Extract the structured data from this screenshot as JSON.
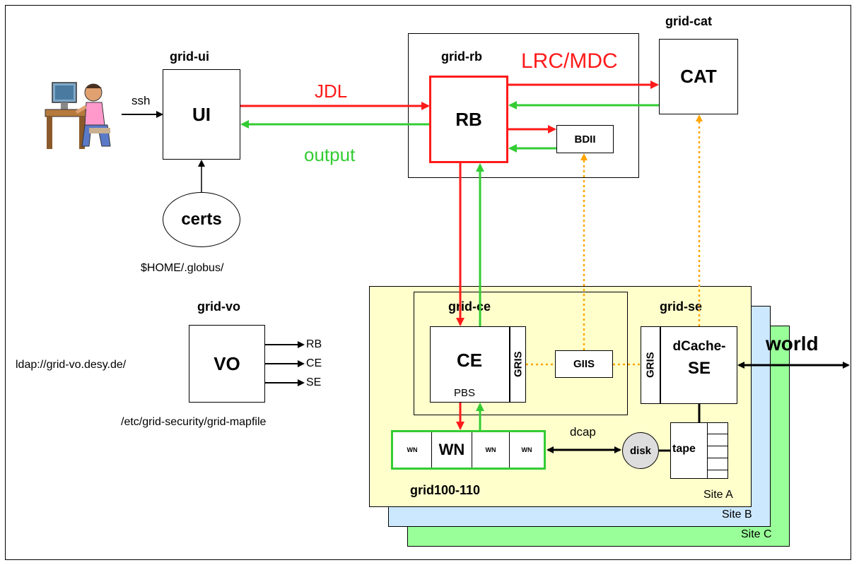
{
  "nodes": {
    "ui": {
      "title": "grid-ui",
      "label": "UI",
      "input_label": "ssh"
    },
    "certs": {
      "label": "certs",
      "path": "$HOME/.globus/"
    },
    "rb_host": {
      "title": "grid-rb",
      "rb_label": "RB",
      "bdii_label": "BDII"
    },
    "cat_host": {
      "title": "grid-cat",
      "label": "CAT"
    },
    "vo": {
      "title": "grid-vo",
      "label": "VO",
      "ldap": "ldap://grid-vo.desy.de/",
      "mapfile": "/etc/grid-security/grid-mapfile",
      "outputs": [
        "RB",
        "CE",
        "SE"
      ]
    },
    "ce_host": {
      "title": "grid-ce",
      "ce_label": "CE",
      "pbs_label": "PBS",
      "gris_label": "GRIS"
    },
    "giis": {
      "label": "GIIS"
    },
    "se_host": {
      "title": "grid-se",
      "gris_label": "GRIS",
      "se_line1": "dCache-",
      "se_line2": "SE"
    },
    "wn": {
      "cells": [
        "WN",
        "WN",
        "WN",
        "WN"
      ],
      "group_label": "grid100-110"
    },
    "storage": {
      "disk_label": "disk",
      "tape_label": "tape",
      "dcap_label": "dcap"
    },
    "world": {
      "label": "world"
    },
    "sites": [
      "Site A",
      "Site B",
      "Site C"
    ]
  },
  "flows": {
    "jdl": "JDL",
    "output": "output",
    "lrc_mdc": "LRC/MDC"
  },
  "colors": {
    "red": "#ff1a1a",
    "green": "#33cc33",
    "orange": "#ffa500",
    "site_a": "#ffffcc",
    "site_b": "#cce8ff",
    "site_c": "#99ff99"
  }
}
